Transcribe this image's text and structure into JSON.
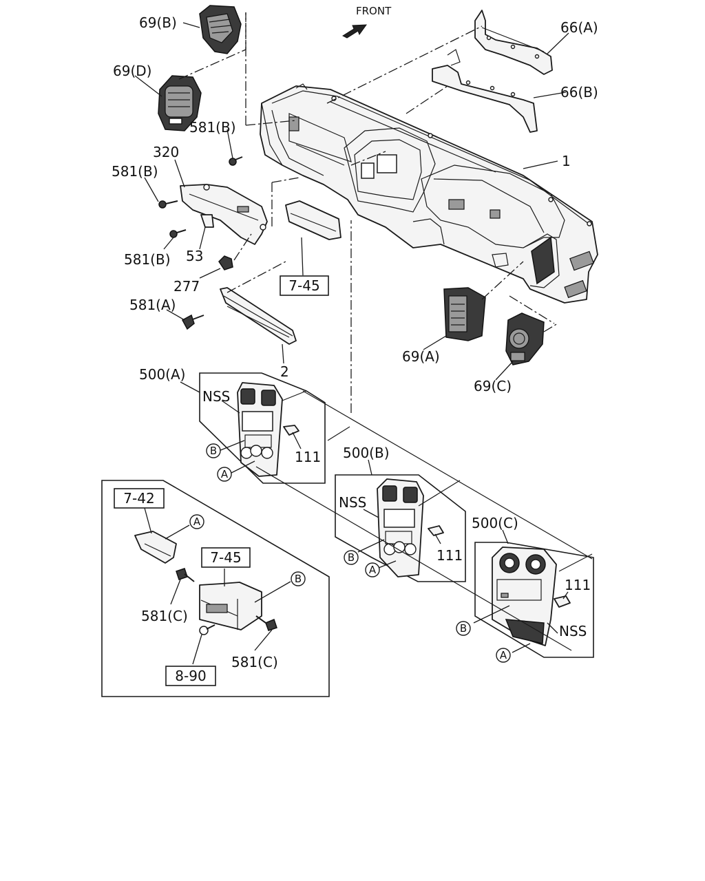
{
  "front_label": "FRONT",
  "labels": {
    "l69b": "69(B)",
    "l69d": "69(D)",
    "l66a": "66(A)",
    "l66b": "66(B)",
    "l581b_1": "581(B)",
    "l581b_2": "581(B)",
    "l581b_3": "581(B)",
    "l320": "320",
    "l53": "53",
    "l277": "277",
    "l581a": "581(A)",
    "l1": "1",
    "l2": "2",
    "l69a": "69(A)",
    "l69c": "69(C)",
    "l500a": "500(A)",
    "l500b": "500(B)",
    "l500c": "500(C)",
    "nss_a": "NSS",
    "nss_b": "NSS",
    "nss_c": "NSS",
    "l111_a": "111",
    "l111_b": "111",
    "l111_c": "111",
    "l581c_1": "581(C)",
    "l581c_2": "581(C)"
  },
  "refs": {
    "ref745_top": "7-45",
    "ref742": "7-42",
    "ref745_inset": "7-45",
    "ref890": "8-90"
  },
  "callouts": {
    "a_500a": "A",
    "b_500a": "B",
    "a_500b": "A",
    "b_500b": "B",
    "a_500c": "A",
    "b_500c": "B",
    "a_inset": "A",
    "b_inset": "B"
  }
}
